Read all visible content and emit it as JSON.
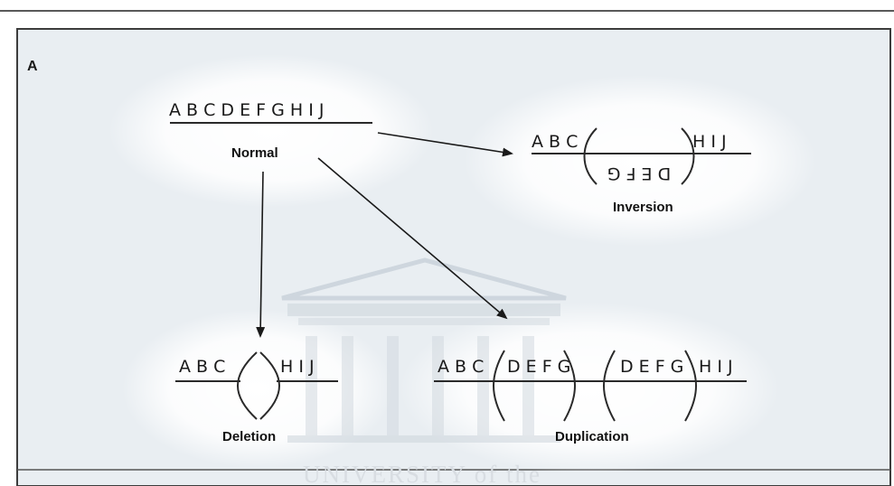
{
  "panel_letter": "A",
  "normal": {
    "sequence": "A B C D E F G H I J",
    "label": "Normal"
  },
  "inversion": {
    "left": "A B C",
    "inverted": "D E F G",
    "right": "H I J",
    "label": "Inversion"
  },
  "deletion": {
    "left": "A B C",
    "right": "H I J",
    "label": "Deletion"
  },
  "duplication": {
    "left": "A B C",
    "copy_1": "D E F G",
    "copy_2": "D E F G",
    "right": "H I J",
    "label": "Duplication"
  },
  "watermark": {
    "text": "UNIVERSITY of the"
  },
  "colors": {
    "panel_background": "#e9eef2",
    "panel_border": "#3c3c3c",
    "text": "#1a1a1a"
  }
}
